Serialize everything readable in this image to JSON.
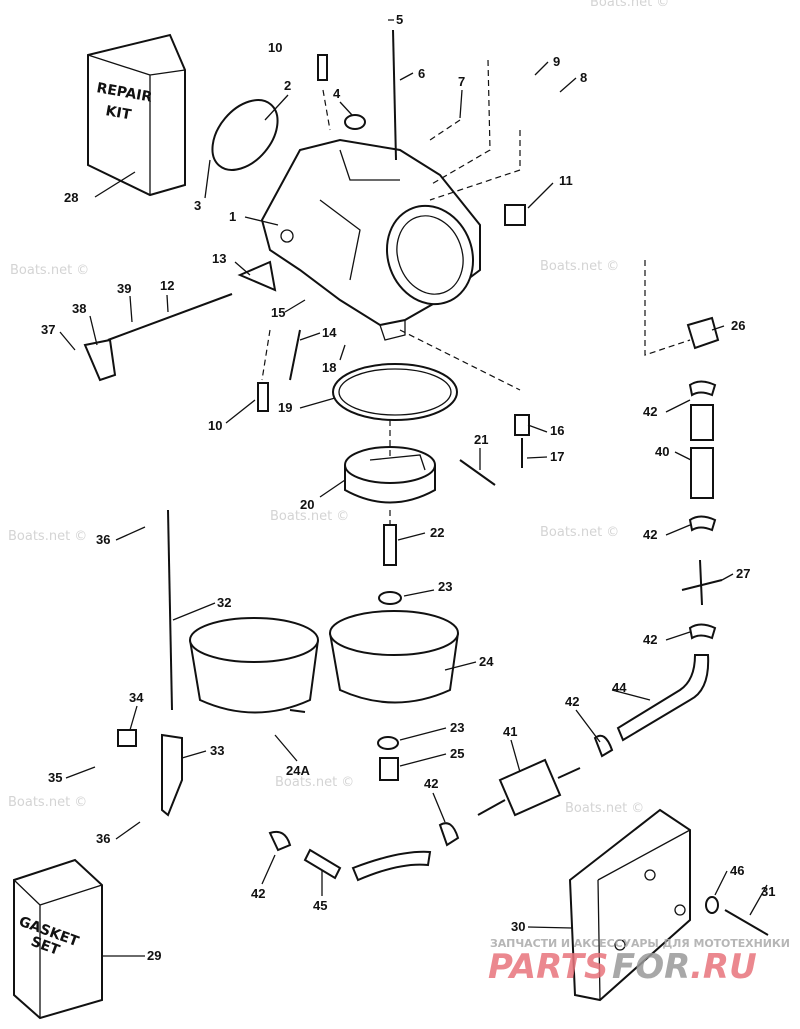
{
  "watermark": "Boats.net ©",
  "repair_kit": {
    "line1": "REPAIR",
    "line2": "KIT"
  },
  "gasket_set": {
    "line1": "GASKET",
    "line2": "SET"
  },
  "footer_watermark": {
    "tagline": "ЗАПЧАСТИ И АКСЕССУАРЫ ДЛЯ МОТОТЕХНИКИ",
    "logo_a": "PARTS",
    "logo_b": "FOR",
    "logo_c": ".RU",
    "color_red": "#e8747c",
    "color_gray": "#999999"
  },
  "callouts": [
    "5",
    "10",
    "6",
    "9",
    "8",
    "7",
    "2",
    "4",
    "28",
    "3",
    "1",
    "11",
    "13",
    "39",
    "12",
    "38",
    "37",
    "15",
    "14",
    "18",
    "26",
    "10",
    "19",
    "42",
    "16",
    "40",
    "17",
    "21",
    "20",
    "36",
    "22",
    "42",
    "27",
    "32",
    "23",
    "24",
    "42",
    "44",
    "34",
    "42",
    "33",
    "23",
    "25",
    "41",
    "35",
    "24A",
    "42",
    "36",
    "46",
    "42",
    "45",
    "31",
    "30",
    "29"
  ]
}
